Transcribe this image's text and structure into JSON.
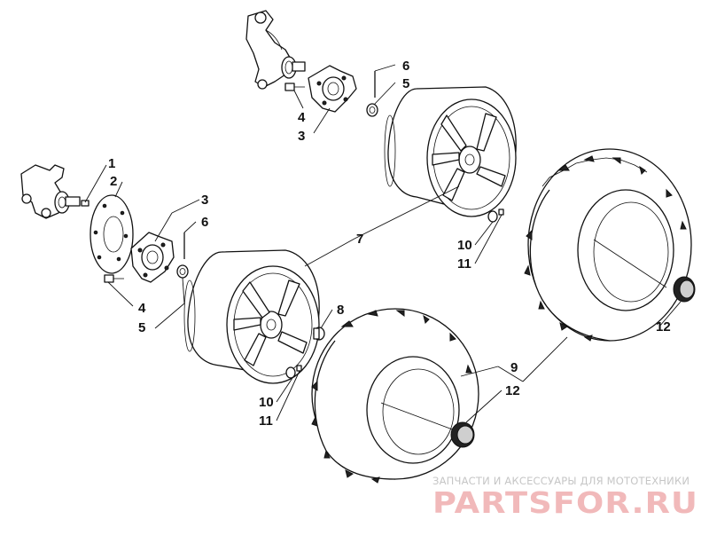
{
  "watermark": {
    "caption": "ЗАПЧАСТИ И АКСЕССУАРЫ ДЛЯ МОТОТЕХНИКИ",
    "brand": "PARTSFOR.RU"
  },
  "callouts": [
    {
      "id": "c1",
      "text": "1"
    },
    {
      "id": "c2",
      "text": "2"
    },
    {
      "id": "c3a",
      "text": "3"
    },
    {
      "id": "c6a",
      "text": "6"
    },
    {
      "id": "c4a",
      "text": "4"
    },
    {
      "id": "c5a",
      "text": "5"
    },
    {
      "id": "c6b",
      "text": "6"
    },
    {
      "id": "c5b",
      "text": "5"
    },
    {
      "id": "c4b",
      "text": "4"
    },
    {
      "id": "c3b",
      "text": "3"
    },
    {
      "id": "c7",
      "text": "7"
    },
    {
      "id": "c8",
      "text": "8"
    },
    {
      "id": "c10a",
      "text": "10"
    },
    {
      "id": "c11a",
      "text": "11"
    },
    {
      "id": "c10b",
      "text": "10"
    },
    {
      "id": "c11b",
      "text": "11"
    },
    {
      "id": "c9",
      "text": "9"
    },
    {
      "id": "c12a",
      "text": "12"
    },
    {
      "id": "c12b",
      "text": "12"
    }
  ]
}
